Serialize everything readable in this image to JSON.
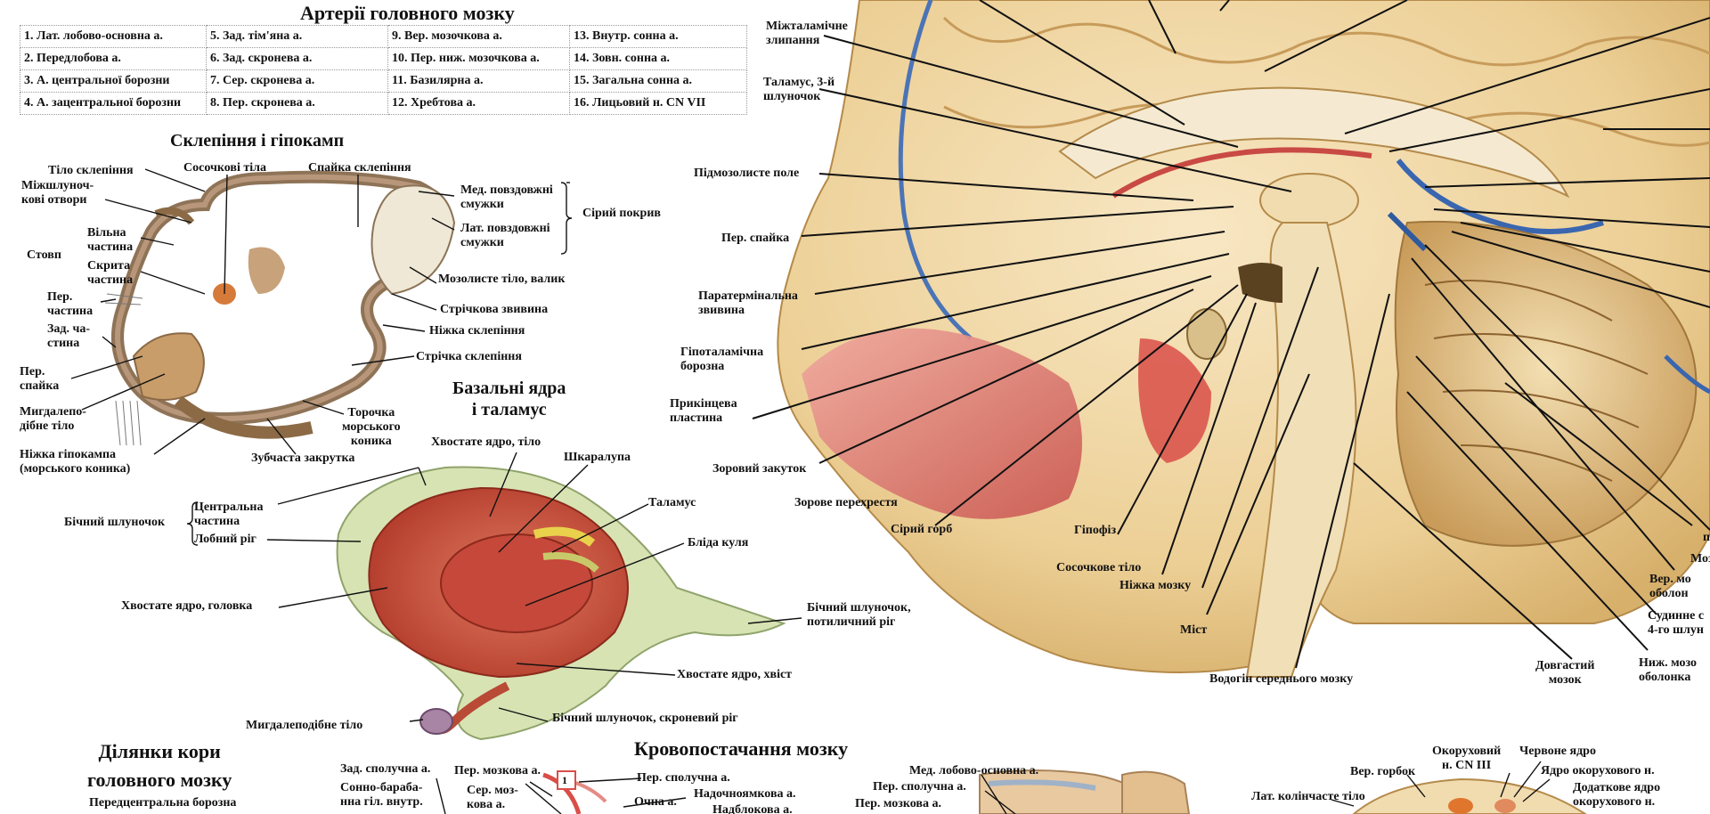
{
  "arteries": {
    "title": "Артерії головного мозку",
    "rows": [
      [
        "1. Лат. лобово-основна а.",
        "5. Зад. тім'яна а.",
        "9. Вер. мозочкова а.",
        "13. Внутр. сонна а."
      ],
      [
        "2. Передлобова а.",
        "6. Зад. скронева а.",
        "10. Пер. ниж. мозочкова а.",
        "14. Зовн. сонна а."
      ],
      [
        "3. А. центральної борозни",
        "7. Сер. скронева а.",
        "11. Базилярна а.",
        "15. Загальна сонна а."
      ],
      [
        "4. А. зацентральної борозни",
        "8. Пер. скронева а.",
        "12. Хребтова а.",
        "16. Лицьовий н. CN VII"
      ]
    ]
  },
  "fornix": {
    "title": "Склепіння і гіпокамп",
    "labels": {
      "body": "Тіло склепіння",
      "mammillary": "Сосочкові тіла",
      "commissure": "Спайка склепіння",
      "interventricular": "Міжшлуноч-\nкові отвори",
      "column": "Стовп",
      "free_part": "Вільна\nчастина",
      "hidden_part": "Скрита\nчастина",
      "ant_part": "Пер.\nчастина",
      "post_part": "Зад. ча-\nстина",
      "ant_commissure": "Пер.\nспайка",
      "amygdala": "Мигдалепо-\nдібне тіло",
      "hippo_foot": "Ніжка гіпокампа\n(морського коника)",
      "med_striae": "Мед. повздовжні\nсмужки",
      "lat_striae": "Лат. повздовжні\nсмужки",
      "gray_cover": "Сірий покрив",
      "splenium": "Мозолисте тіло, валик",
      "fasciolar": "Стрічкова звивина",
      "crus": "Ніжка склепіння",
      "fimbria": "Стрічка склепіння",
      "hippo_fimbria": "Торочка\nморського\nконика",
      "dentate": "Зубчаста закрутка"
    }
  },
  "basal": {
    "title": "Базальні ядра\nі таламус",
    "labels": {
      "caudate_body": "Хвостате ядро, тіло",
      "putamen": "Шкаралупа",
      "thalamus": "Таламус",
      "pallidus": "Бліда куля",
      "lat_ventricle": "Бічний шлуночок",
      "central_part": "Центральна\nчастина",
      "frontal_horn": "Лобний ріг",
      "caudate_head": "Хвостате ядро, головка",
      "occipital_horn": "Бічний шлуночок,\nпотиличний ріг",
      "caudate_tail": "Хвостате ядро, хвіст",
      "amygdala": "Мигдалеподібне тіло",
      "temporal_horn": "Бічний шлуночок, скроневий ріг"
    }
  },
  "cortex": {
    "title": "Ділянки кори\nголовного мозку",
    "first_item": "Передцентральна борозна"
  },
  "blood": {
    "title": "Кровопостачання мозку",
    "labels": {
      "post_comm": "Зад. сполучна а.",
      "tympanic": "Сонно-бараба-\nнна гіл. внутр.",
      "ant_cerebral": "Пер. мозкова а.",
      "mid_cerebral": "Сер. моз-\nкова а.",
      "marker": "1",
      "ant_comm": "Пер. сполучна а.",
      "ophthalmic": "Очна а.",
      "supratrochlear": "Надочноямкова а.",
      "supraorbital": "Надблокова а.",
      "med_frontobasal": "Мед. лобово-основна а.",
      "ant_comm2": "Пер. сполучна а.",
      "ant_cerebral2": "Пер. мозкова а."
    }
  },
  "sagittal": {
    "left_labels": {
      "interthalamic": "Міжталамічне\nзлипання",
      "thalamus3": "Таламус, 3-й\nшлуночок",
      "subcallosal": "Підмозолисте поле",
      "ant_commissure": "Пер. спайка",
      "paraterminal": "Паратермінальна\nзвивина",
      "hypothalamic": "Гіпоталамічна\nборозна",
      "terminal": "Прикінцева\nпластина",
      "optic_recess": "Зоровий закуток",
      "chiasm": "Зорове перехрестя",
      "tuber": "Сірий горб",
      "hypophysis": "Гіпофіз",
      "mammillary": "Сосочкове тіло",
      "peduncle": "Ніжка мозку",
      "pons": "Міст",
      "aqueduct": "Водогін середнього мозку",
      "medulla": "Довгастий\nмозок"
    },
    "right_labels": {
      "cut1": "Моз",
      "sup_medullary": "Вер. мо\nоболон",
      "choroid": "Судинне с\n4-го шлун",
      "inf_medullary": "Ниж. мозо\nоболонка",
      "cut_p": "п"
    }
  },
  "midbrain": {
    "labels": {
      "sup_colliculus": "Вер. горбок",
      "oculomotor": "Окоруховий\nн. CN III",
      "red_nucleus": "Червоне ядро",
      "oculomotor_nucleus": "Ядро окорухового н.",
      "lat_geniculate": "Лат. колінчасте тіло",
      "accessory_nucleus": "Додаткове ядро\nокорухового н."
    }
  }
}
